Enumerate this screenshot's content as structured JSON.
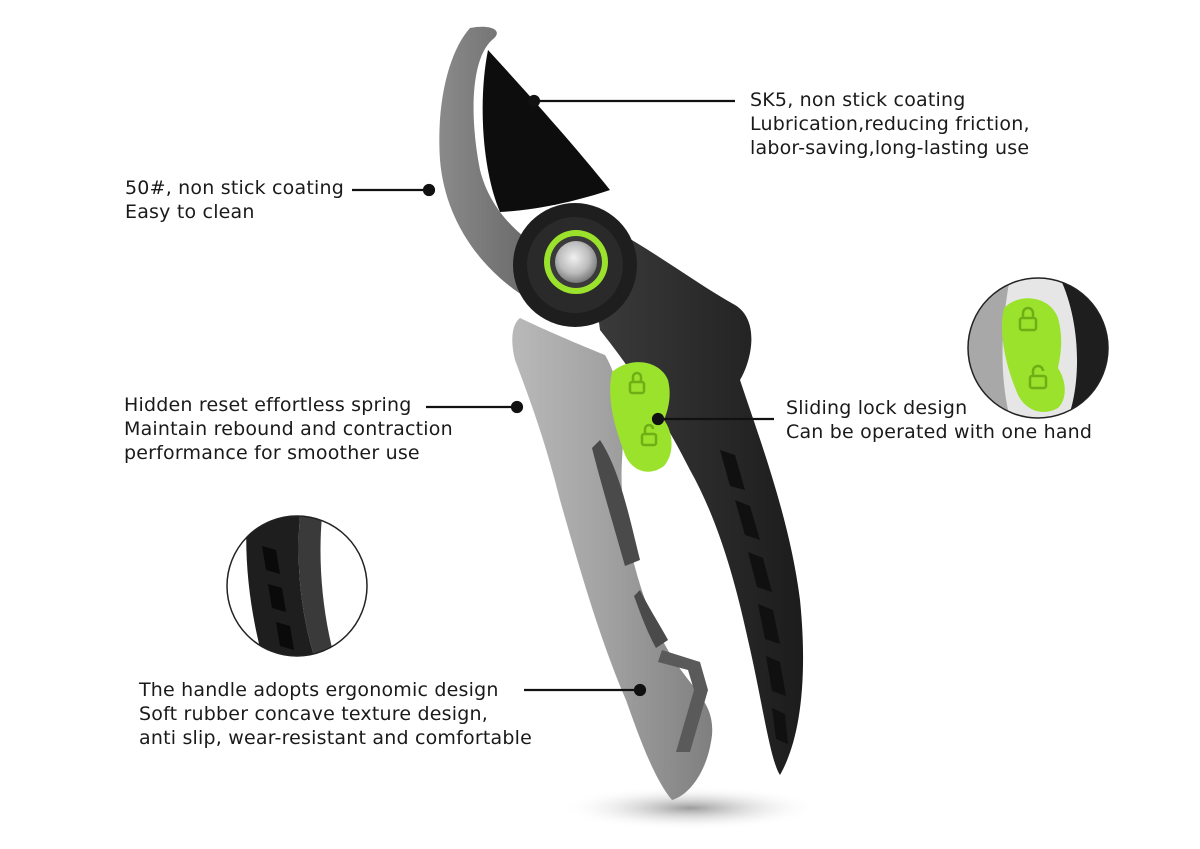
{
  "callouts": {
    "blade": {
      "line1": "SK5, non stick coating",
      "line2": "Lubrication,reducing friction,",
      "line3": "labor-saving,long-lasting use"
    },
    "hook": {
      "line1": "50#, non stick coating",
      "line2": "Easy to clean"
    },
    "spring": {
      "line1": "Hidden reset effortless spring",
      "line2": "Maintain rebound and contraction",
      "line3": "performance for smoother use"
    },
    "lock": {
      "line1": "Sliding lock design",
      "line2": "Can be operated with one hand"
    },
    "handle": {
      "line1": "The handle adopts ergonomic design",
      "line2": "Soft rubber concave texture design,",
      "line3": "anti slip, wear-resistant and comfortable"
    }
  },
  "colors": {
    "accent_green": "#9be22d",
    "handle_gray": "#9a9a9a",
    "handle_dark": "#2b2b2b",
    "blade_black": "#0d0d0d",
    "hook_gray": "#6f6f6f"
  },
  "icons": {
    "lock": "padlock-icon",
    "unlock": "padlock-open-icon"
  }
}
